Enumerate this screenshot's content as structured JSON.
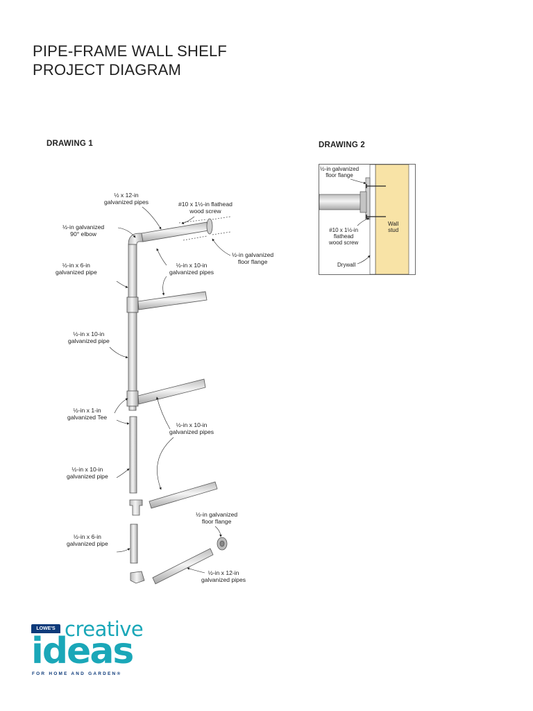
{
  "title": {
    "line1": "PIPE-FRAME WALL SHELF",
    "line2": "PROJECT DIAGRAM"
  },
  "drawing1": {
    "label": "DRAWING 1",
    "callouts": {
      "top_pipes": [
        "½ x 12-in",
        "galvanized pipes"
      ],
      "screw": [
        "#10 x 1½-in flathead",
        "wood screw"
      ],
      "elbow": [
        "½-in galvanized",
        "90° elbow"
      ],
      "flange_top": [
        "½-in galvanized",
        "floor flange"
      ],
      "pipe6_top": [
        "½-in x 6-in",
        "galvanized pipe"
      ],
      "pipes10_top": [
        "½-in x 10-in",
        "galvanized pipes"
      ],
      "pipe10_mid": [
        "½-in x 10-in",
        "galvanized pipe"
      ],
      "tee": [
        "½-in x 1-in",
        "galvanized Tee"
      ],
      "pipes10_exploded": [
        "½-in x 10-in",
        "galvanized pipes"
      ],
      "pipe10_low": [
        "½-in x 10-in",
        "galvanized pipe"
      ],
      "flange_bottom": [
        "½-in galvanized",
        "floor flange"
      ],
      "pipe6_bottom": [
        "½-in x 6-in",
        "galvanized pipe"
      ],
      "pipes12_bottom": [
        "½-in x 12-in",
        "galvanized pipes"
      ]
    }
  },
  "drawing2": {
    "label": "DRAWING 2",
    "callouts": {
      "flange": [
        "½-in galvanized",
        "floor flange"
      ],
      "screw": [
        "#10 x 1½-in",
        "flathead",
        "wood screw"
      ],
      "stud": [
        "Wall",
        "stud"
      ],
      "drywall": [
        "Drywall"
      ]
    }
  },
  "logo": {
    "badge": "LOWE'S",
    "creative": "creative",
    "ideas": "ideas",
    "tagline": "FOR HOME AND GARDEN®"
  },
  "colors": {
    "pipe_fill": "#e8e8e8",
    "pipe_stroke": "#555555",
    "stud_fill": "#f8e3a6",
    "logo_teal": "#1aa7b8",
    "logo_navy": "#0d3a7a"
  }
}
